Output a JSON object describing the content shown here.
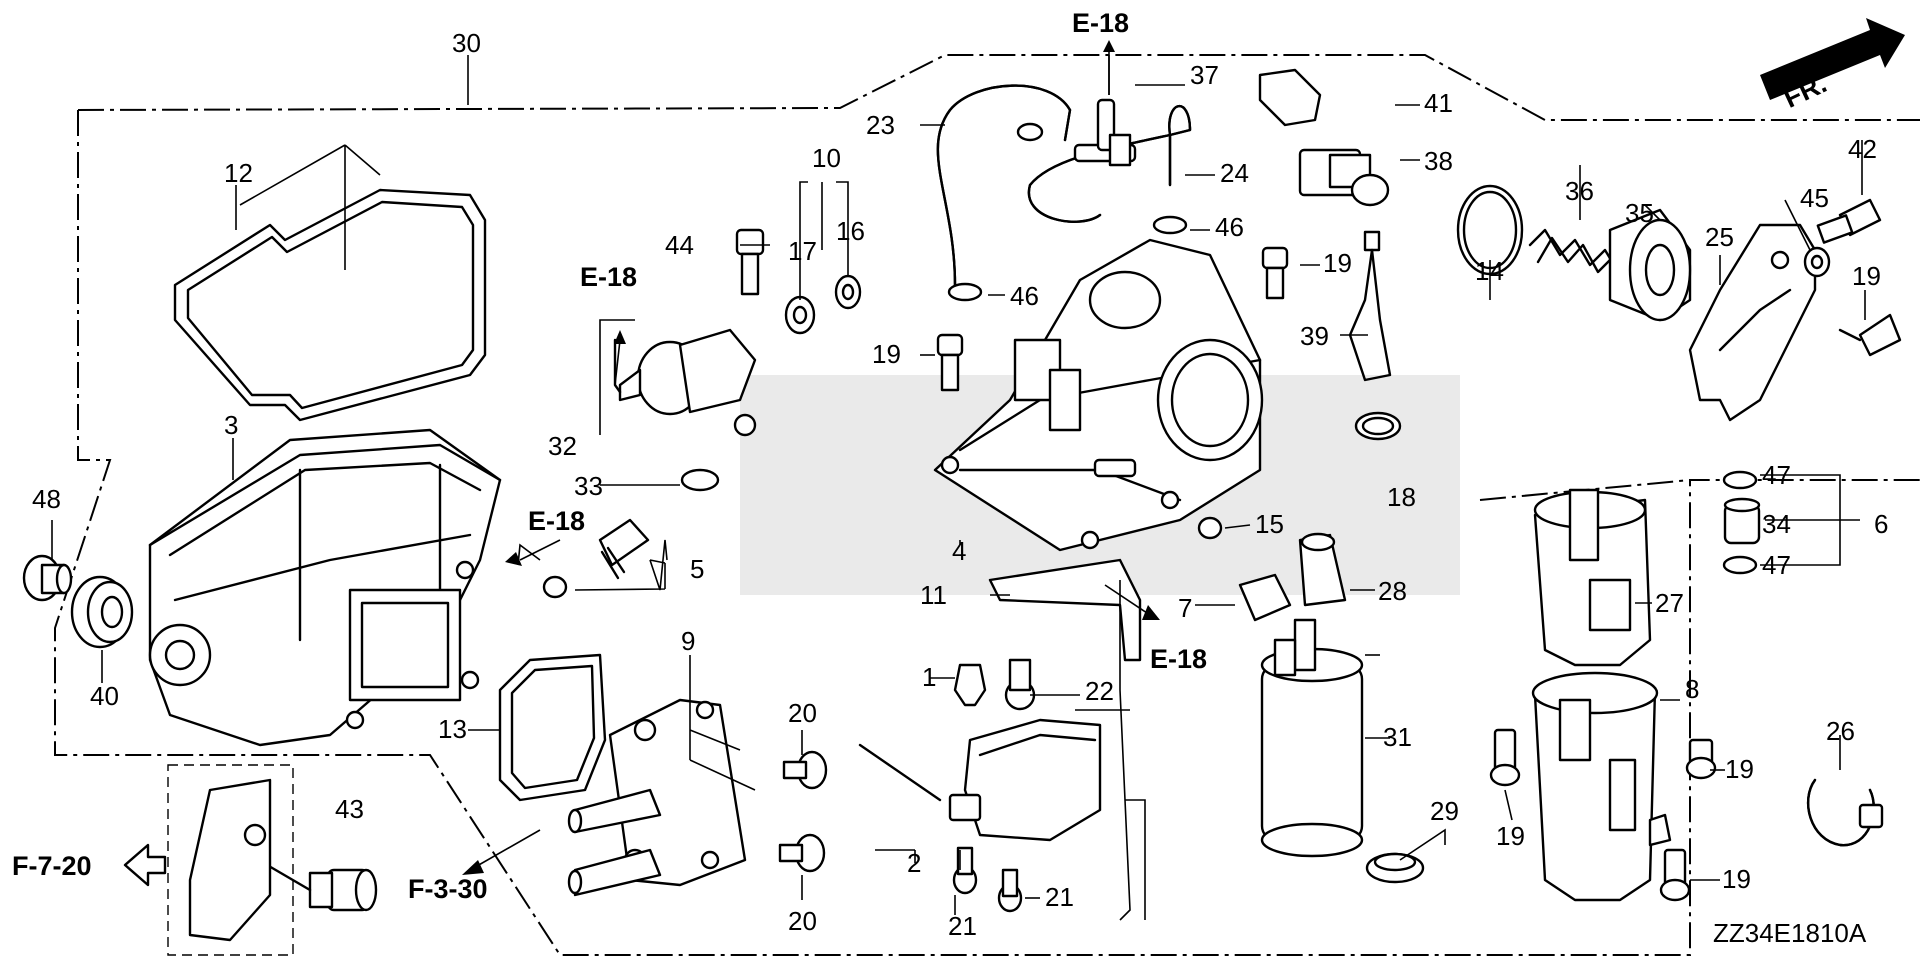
{
  "diagram": {
    "code": "ZZ34E1810A",
    "direction_label": "FR.",
    "refs": {
      "e18_top": "E-18",
      "e18_left": "E-18",
      "e18_mid": "E-18",
      "e18_right": "E-18",
      "f720": "F-7-20",
      "f330": "F-3-30"
    },
    "part_numbers": {
      "p1": "1",
      "p2": "2",
      "p3": "3",
      "p4": "4",
      "p5": "5",
      "p6": "6",
      "p7": "7",
      "p8": "8",
      "p9": "9",
      "p10": "10",
      "p11": "11",
      "p12": "12",
      "p13": "13",
      "p14": "14",
      "p15": "15",
      "p16": "16",
      "p17": "17",
      "p18": "18",
      "p19a": "19",
      "p19b": "19",
      "p19c": "19",
      "p19d": "19",
      "p19e": "19",
      "p19f": "19",
      "p20a": "20",
      "p20b": "20",
      "p21a": "21",
      "p21b": "21",
      "p22": "22",
      "p23": "23",
      "p24": "24",
      "p25": "25",
      "p26": "26",
      "p27": "27",
      "p28": "28",
      "p29": "29",
      "p30": "30",
      "p31": "31",
      "p32": "32",
      "p33": "33",
      "p34": "34",
      "p35": "35",
      "p36": "36",
      "p37": "37",
      "p38": "38",
      "p39": "39",
      "p40": "40",
      "p41": "41",
      "p42": "42",
      "p43": "43",
      "p44": "44",
      "p45": "45",
      "p46a": "46",
      "p46b": "46",
      "p47a": "47",
      "p47b": "47",
      "p48": "48"
    }
  }
}
